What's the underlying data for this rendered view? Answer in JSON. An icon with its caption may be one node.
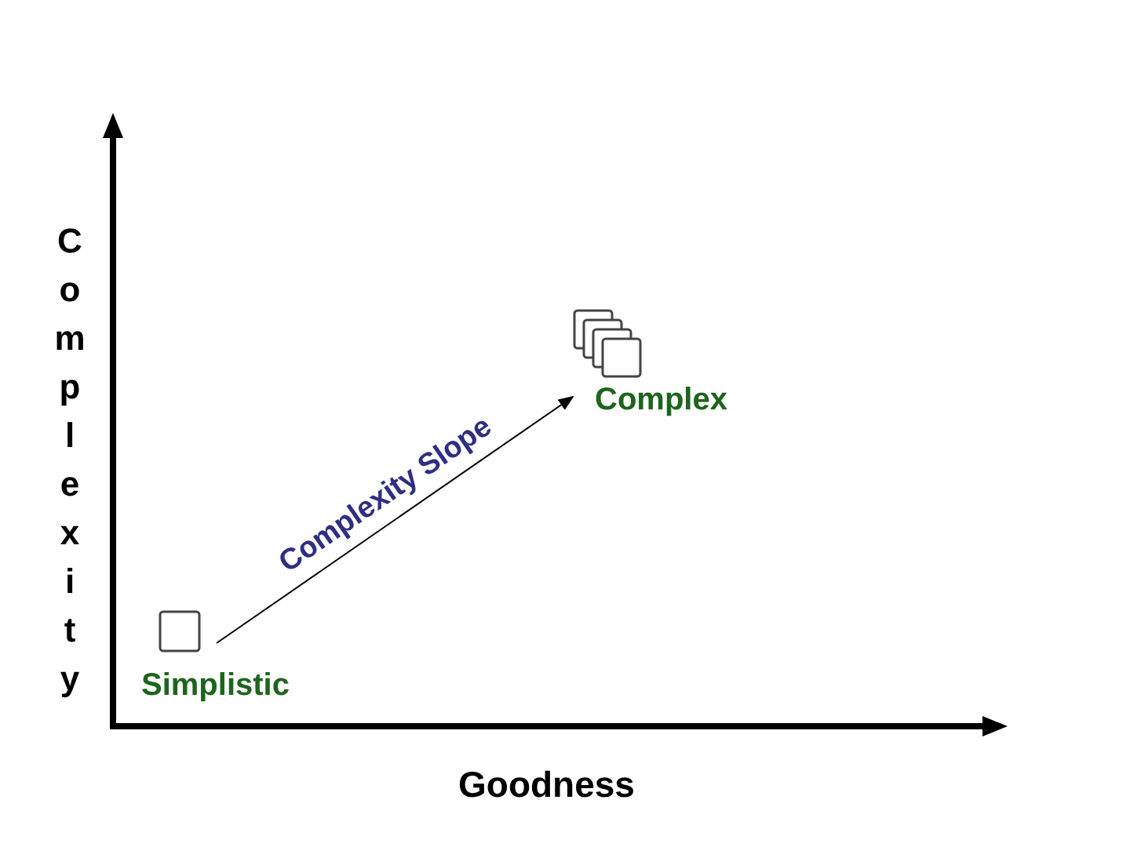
{
  "diagram": {
    "nodes": [
      {
        "text": [
          "Simplistic"
        ]
      },
      {
        "text": [
          "Complex"
        ]
      }
    ],
    "edges": [
      {
        "from": 0,
        "to": 1,
        "arrow": "to",
        "label": "Complexity Slope"
      }
    ],
    "labels": [
      "Complexity",
      "Goodness"
    ]
  }
}
